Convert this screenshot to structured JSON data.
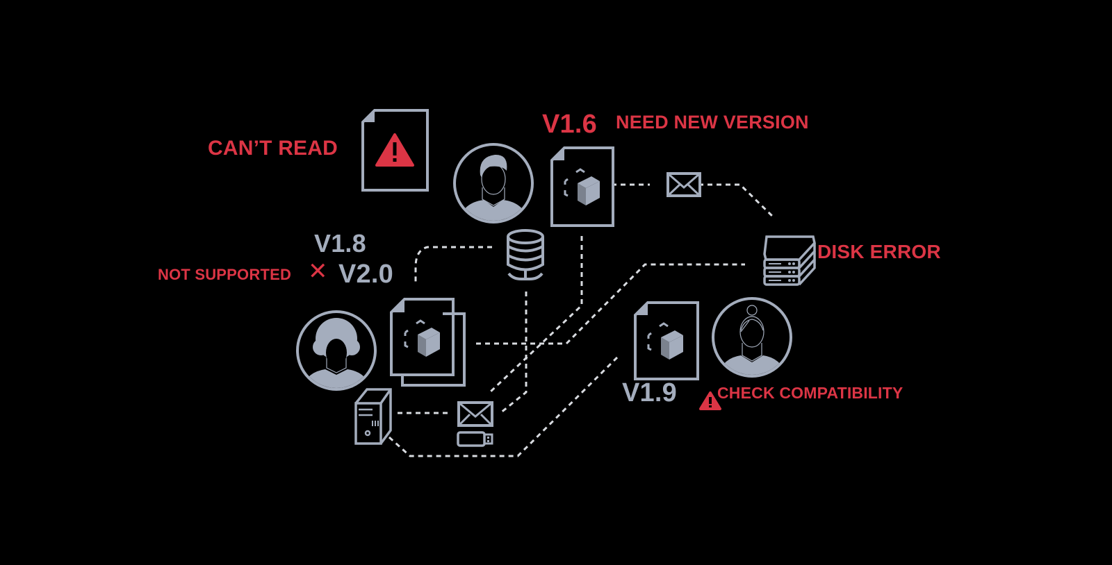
{
  "diagram": {
    "background": "#000000",
    "colors": {
      "icon": "#a4adbd",
      "alert": "#dc3545",
      "connector": "#d8dbe0"
    },
    "labels": {
      "cant_read": "CAN’T READ",
      "v16": "V1.6",
      "need_new_version": "NEED NEW VERSION",
      "v18": "V1.8",
      "not_supported": "NOT SUPPORTED",
      "x_mark": "✕",
      "v20": "V2.0",
      "disk_error": "DISK ERROR",
      "v19": "V1.9",
      "check_compatibility": "CHECK COMPATIBILITY"
    },
    "nodes": [
      {
        "id": "unreadable-document",
        "icon": "document-warning-icon"
      },
      {
        "id": "user-male",
        "icon": "user-avatar-icon"
      },
      {
        "id": "document-v16",
        "icon": "document-cube-icon"
      },
      {
        "id": "email-top",
        "icon": "envelope-icon"
      },
      {
        "id": "database",
        "icon": "database-icon"
      },
      {
        "id": "disk-stack",
        "icon": "server-stack-icon"
      },
      {
        "id": "user-curly-hair",
        "icon": "user-avatar-icon"
      },
      {
        "id": "stacked-documents",
        "icon": "documents-cube-icon"
      },
      {
        "id": "document-v19",
        "icon": "document-cube-icon"
      },
      {
        "id": "user-female",
        "icon": "user-avatar-icon"
      },
      {
        "id": "desktop-tower",
        "icon": "computer-tower-icon"
      },
      {
        "id": "email-bottom",
        "icon": "envelope-icon"
      },
      {
        "id": "usb-drive",
        "icon": "usb-drive-icon"
      }
    ]
  }
}
